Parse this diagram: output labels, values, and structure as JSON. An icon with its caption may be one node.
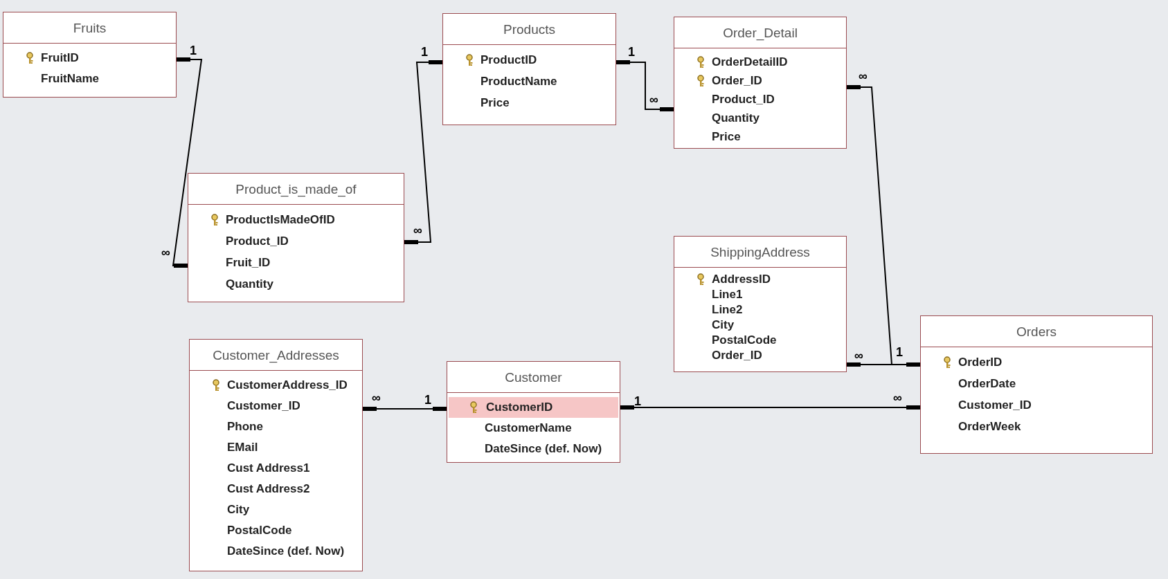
{
  "diagram": {
    "nodes": [
      {
        "text": [
          "Fruits",
          "FruitID",
          "FruitName"
        ]
      },
      {
        "text": [
          "Products",
          "ProductID",
          "ProductName",
          "Price"
        ]
      },
      {
        "text": [
          "Order_Detail",
          "OrderDetailID",
          "Order_ID",
          "Product_ID",
          "Quantity",
          "Price"
        ]
      },
      {
        "text": [
          "Product_is_made_of",
          "ProductIsMadeOfID",
          "Product_ID",
          "Fruit_ID",
          "Quantity"
        ]
      },
      {
        "text": [
          "ShippingAddress",
          "AddressID",
          "Line1",
          "Line2",
          "City",
          "PostalCode",
          "Order_ID"
        ]
      },
      {
        "text": [
          "Orders",
          "OrderID",
          "OrderDate",
          "Customer_ID",
          "OrderWeek"
        ]
      },
      {
        "text": [
          "Customer_Addresses",
          "CustomerAddress_ID",
          "Customer_ID",
          "Phone",
          "EMail",
          "Cust Address1",
          "Cust Address2",
          "City",
          "PostalCode",
          "DateSince (def. Now)"
        ]
      },
      {
        "text": [
          "Customer",
          "CustomerID",
          "CustomerName",
          "DateSince (def. Now)"
        ]
      }
    ],
    "edges": [
      {
        "from": 0,
        "to": 3,
        "arrow": "other"
      },
      {
        "from": 1,
        "to": 3,
        "arrow": "other"
      },
      {
        "from": 1,
        "to": 2,
        "arrow": "other"
      },
      {
        "from": 5,
        "to": 2,
        "arrow": "other"
      },
      {
        "from": 5,
        "to": 4,
        "arrow": "other"
      },
      {
        "from": 7,
        "to": 6,
        "arrow": "other"
      },
      {
        "from": 7,
        "to": 5,
        "arrow": "other"
      }
    ],
    "labels": [
      "1",
      "1",
      "1",
      "∞",
      "∞",
      "∞",
      "∞",
      "1",
      "∞",
      "∞",
      "1",
      "∞",
      "1"
    ]
  }
}
